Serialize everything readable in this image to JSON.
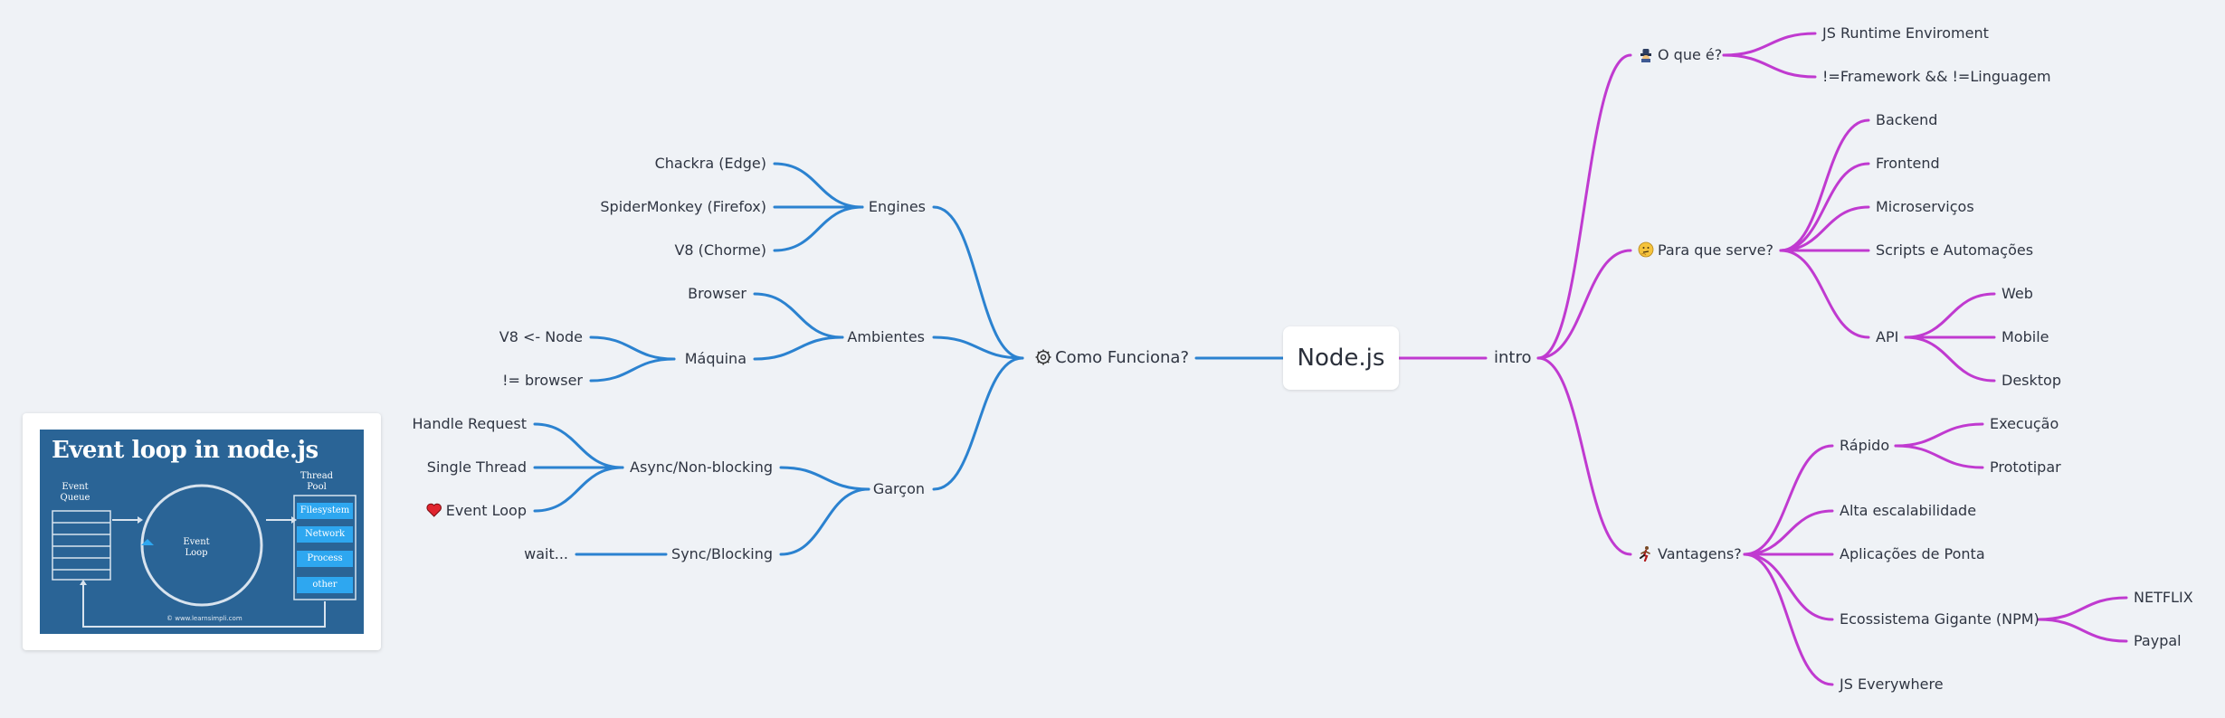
{
  "colors": {
    "background": "#eff2f6",
    "left_branch": "#2b82d0",
    "right_branch": "#c03ad0",
    "image_bg": "#2a6496",
    "image_accent": "#2ea7f0"
  },
  "root": "Node.js",
  "left": {
    "main": "Como Funciona?",
    "main_icon": "gear-icon",
    "engines": {
      "label": "Engines",
      "items": [
        "Chackra (Edge)",
        "SpiderMonkey (Firefox)",
        "V8 (Chorme)"
      ]
    },
    "ambientes": {
      "label": "Ambientes",
      "browser": "Browser",
      "maquina": {
        "label": "Máquina",
        "items": [
          "V8 <- Node",
          "!= browser"
        ]
      }
    },
    "garcon": {
      "label": "Garçon",
      "async": {
        "label": "Async/Non-blocking",
        "items": [
          "Handle Request",
          "Single Thread",
          "Event Loop"
        ],
        "event_loop_icon": "heart-icon"
      },
      "sync": {
        "label": "Sync/Blocking",
        "items": [
          "wait..."
        ]
      }
    }
  },
  "right": {
    "main": "intro",
    "o_que_e": {
      "label": "O que é?",
      "icon": "detective-icon",
      "items": [
        "JS Runtime Enviroment",
        "!=Framework && !=Linguagem"
      ]
    },
    "para_que": {
      "label": "Para que serve?",
      "icon": "thinking-face-icon",
      "items": [
        "Backend",
        "Frontend",
        "Microserviços",
        "Scripts e Automações"
      ],
      "api": {
        "label": "API",
        "items": [
          "Web",
          "Mobile",
          "Desktop"
        ]
      }
    },
    "vantagens": {
      "label": "Vantagens?",
      "icon": "runner-icon",
      "rapido": {
        "label": "Rápido",
        "items": [
          "Execução",
          "Prototipar"
        ]
      },
      "items": [
        "Alta escalabilidade",
        "Aplicações de Ponta"
      ],
      "ecossistema": {
        "label": "Ecossistema Gigante (NPM)",
        "items": [
          "NETFLIX",
          "Paypal"
        ]
      },
      "everywhere": "JS Everywhere"
    }
  },
  "image": {
    "title": "Event loop in node.js",
    "queue_label": "Event\nQueue",
    "loop_label": "Event\nLoop",
    "pool_label": "Thread\nPool",
    "pool_items": [
      "Filesystem",
      "Network",
      "Process",
      "other"
    ],
    "copyright": "© www.learnsimpli.com"
  }
}
